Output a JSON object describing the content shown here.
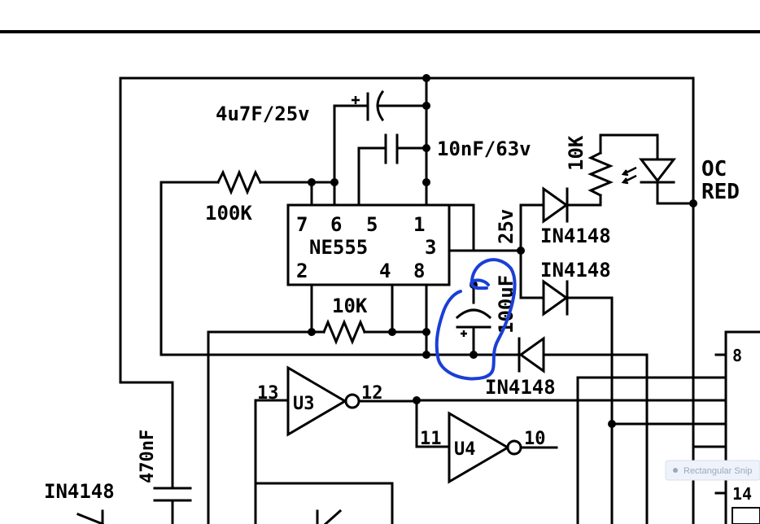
{
  "schematic": {
    "ic_name": "NE555",
    "ic_pin_7": "7",
    "ic_pin_6": "6",
    "ic_pin_5": "5",
    "ic_pin_1": "1",
    "ic_pin_3": "3",
    "ic_pin_2": "2",
    "ic_pin_4": "4",
    "ic_pin_8": "8",
    "cap_timing": "4u7F/25v",
    "cap_decouple": "10nF/63v",
    "res_top": "100K",
    "res_bottom": "10K",
    "res_led": "10K",
    "cap_electrolytic_value": "100uF",
    "cap_electrolytic_voltage": "25v",
    "diode_1": "IN4148",
    "diode_2": "IN4148",
    "diode_3": "IN4148",
    "diode_4": "IN4148",
    "led_label_1": "OC",
    "led_label_2": "RED",
    "gate_u3": "U3",
    "gate_u3_in": "13",
    "gate_u3_out": "12",
    "gate_u4": "U4",
    "gate_u4_in": "11",
    "gate_u4_out": "10",
    "cap_bottom": "470nF",
    "connector_pin_8": "8",
    "connector_pin_14": "14",
    "overlay_text": "Rectangular Snip"
  },
  "colors": {
    "wire": "#000000",
    "annotation": "#1a3fd6"
  }
}
